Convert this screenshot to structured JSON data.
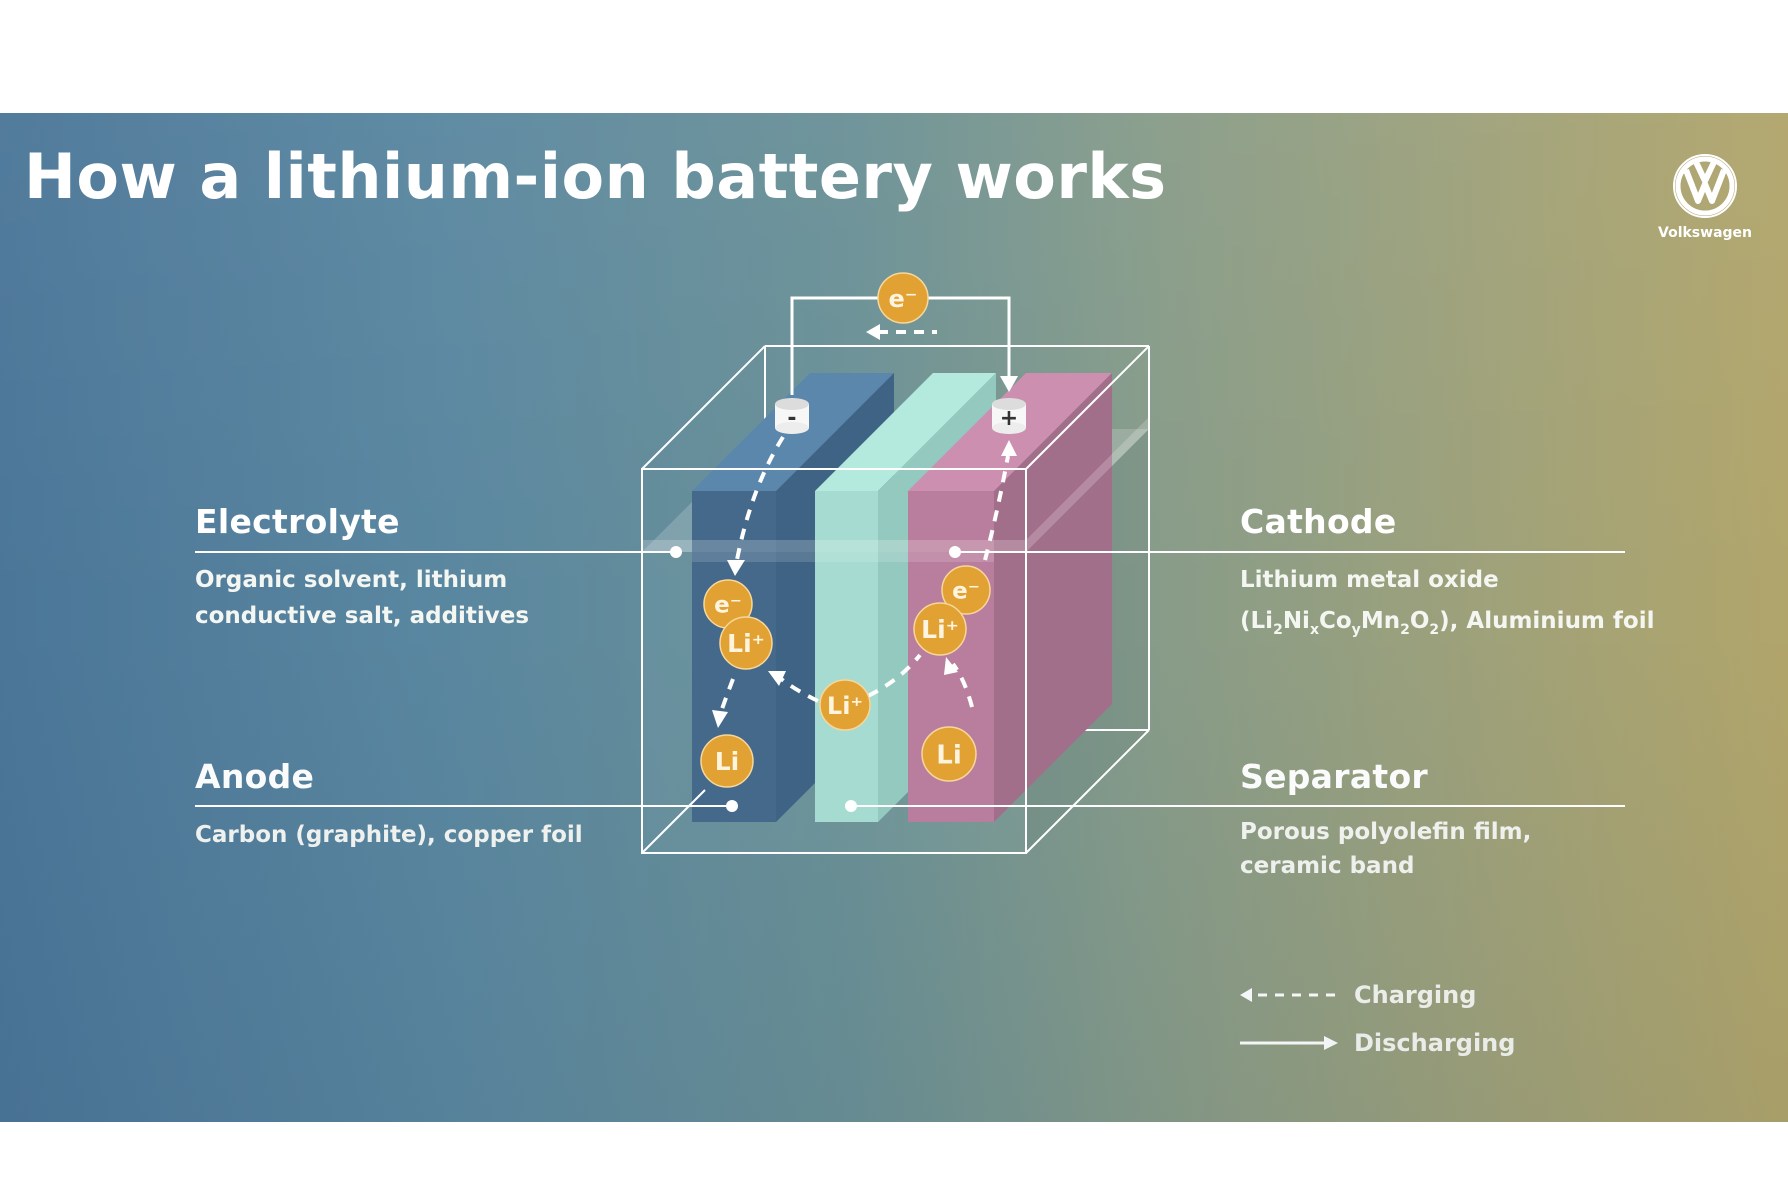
{
  "page": {
    "title": "How a lithium-ion battery works",
    "brand": {
      "name": "Volkswagen",
      "logo_icon": "vw-logo-icon"
    }
  },
  "labels": {
    "electrolyte": {
      "heading": "Electrolyte",
      "lines": [
        "Organic solvent, lithium",
        "conductive salt, additives"
      ]
    },
    "cathode": {
      "heading": "Cathode",
      "line1": "Lithium metal oxide",
      "formula": [
        {
          "t": "(Li"
        },
        {
          "sub": "2"
        },
        {
          "t": "Ni"
        },
        {
          "sub": "x"
        },
        {
          "t": "Co"
        },
        {
          "sub": "y"
        },
        {
          "t": "Mn"
        },
        {
          "sub": "2"
        },
        {
          "t": "O"
        },
        {
          "sub": "2"
        },
        {
          "t": "), Aluminium foil"
        }
      ]
    },
    "anode": {
      "heading": "Anode",
      "lines": [
        "Carbon (graphite), copper foil"
      ]
    },
    "separator": {
      "heading": "Separator",
      "lines": [
        "Porous polyolefin film,",
        "ceramic band"
      ]
    }
  },
  "diagram": {
    "terminals": {
      "negative": "-",
      "positive": "+"
    },
    "particles": {
      "external_electron": "e⁻",
      "anode_electron": "e⁻",
      "anode_ion": "Li⁺",
      "anode_lithium": "Li",
      "separator_ion": "Li⁺",
      "cathode_electron": "e⁻",
      "cathode_ion": "Li⁺",
      "cathode_lithium": "Li"
    },
    "colors": {
      "anode": "#4a7092",
      "separator": "#a3dccd",
      "cathode": "#bf82a2",
      "particle": "#e1a133",
      "line": "#ffffff"
    }
  },
  "legend": {
    "charging": {
      "label": "Charging",
      "style": "dashed-arrow-left"
    },
    "discharging": {
      "label": "Discharging",
      "style": "solid-arrow-right"
    }
  }
}
